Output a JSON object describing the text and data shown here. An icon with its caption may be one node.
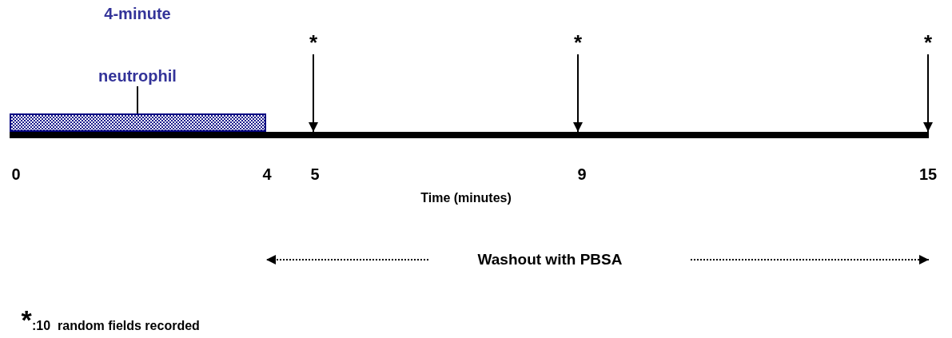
{
  "diagram": {
    "nodes": [
      {
        "text": [
          "4-minute",
          "neutrophil"
        ]
      },
      {
        "text": [],
        "shape": "bar"
      },
      {
        "text": [
          "*"
        ]
      },
      {
        "text": [
          "*"
        ]
      },
      {
        "text": [
          "*"
        ]
      },
      {
        "text": [],
        "shape": "bar"
      },
      {
        "text": [
          "Washout with PBSA"
        ]
      }
    ],
    "edges": [
      {
        "from": 0,
        "to": 1,
        "arrow": "none"
      },
      {
        "from": 2,
        "to": 5,
        "arrow": "to"
      },
      {
        "from": 3,
        "to": 5,
        "arrow": "to"
      },
      {
        "from": 4,
        "to": 5,
        "arrow": "to"
      },
      {
        "from": 6,
        "to": null,
        "arrow": "to",
        "style": "dashed"
      },
      {
        "from": 6,
        "to": null,
        "arrow": "to",
        "style": "dashed"
      }
    ],
    "labels": [
      "0",
      "4",
      "5",
      "9",
      "15",
      "Time (minutes)",
      "*",
      ":10  random fields recorded"
    ]
  }
}
